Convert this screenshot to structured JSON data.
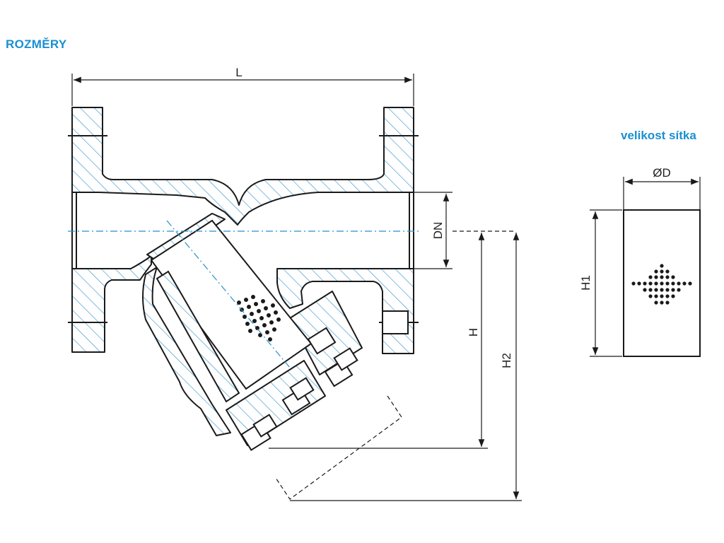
{
  "title": "ROZMĚRY",
  "screen_section": {
    "heading": "velikost sítka"
  },
  "dimensions": {
    "length": "L",
    "nominal_diameter": "DN",
    "height": "H",
    "height_2": "H2",
    "screen_diameter": "ØD",
    "screen_height": "H1"
  },
  "colors": {
    "heading": "#1a8fd1",
    "hatch": "#2a8fc8",
    "centerline": "#2a8fc8",
    "outline": "#1a1a1a"
  }
}
